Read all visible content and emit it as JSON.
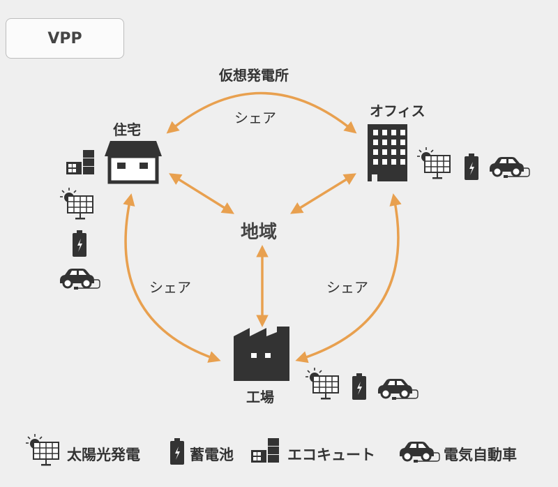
{
  "badge": {
    "title": "VPP"
  },
  "diagram": {
    "top_label": "仮想発電所",
    "center": "地域",
    "nodes": {
      "house": "住宅",
      "office": "オフィス",
      "factory": "工場"
    },
    "edges": {
      "top": "シェア",
      "left": "シェア",
      "right": "シェア"
    },
    "arrow_color": "#e8a04f",
    "icon_color": "#333333"
  },
  "legend": {
    "solar": "太陽光発電",
    "battery": "蓄電池",
    "ecocute": "エコキュート",
    "ev": "電気自動車"
  }
}
